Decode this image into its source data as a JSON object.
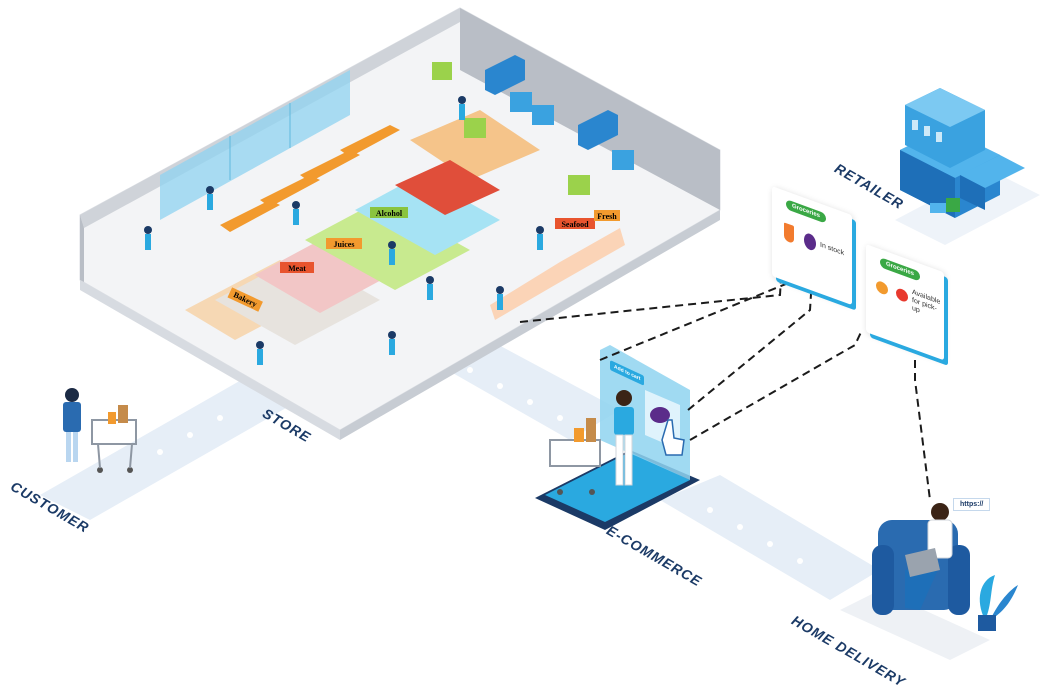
{
  "labels": {
    "customer": "CUSTOMER",
    "store": "STORE",
    "ecommerce": "E-COMMERCE",
    "home_delivery": "HOME DELIVERY",
    "retailer": "RETAILER"
  },
  "store_sections": {
    "bakery": "Bakery",
    "meat": "Meat",
    "juices": "Juices",
    "alcohol": "Alcohol",
    "seafood": "Seafood",
    "fresh": "Fresh"
  },
  "card_instock": {
    "category": "Groceries",
    "status": "In stock"
  },
  "card_pickup": {
    "category": "Groceries",
    "status": "Available for pick-up"
  },
  "phone": {
    "button": "Add to cart"
  },
  "delivery": {
    "url": "https://"
  },
  "colors": {
    "path": "#dfeaf5",
    "accent_blue": "#2aa9e0",
    "navy": "#1b3a66",
    "orange": "#f29a2e",
    "green": "#3aa845"
  },
  "icons": [
    "shopping-cart-icon",
    "cursor-hand-icon",
    "laptop-icon",
    "plant-icon",
    "truck-icon"
  ]
}
